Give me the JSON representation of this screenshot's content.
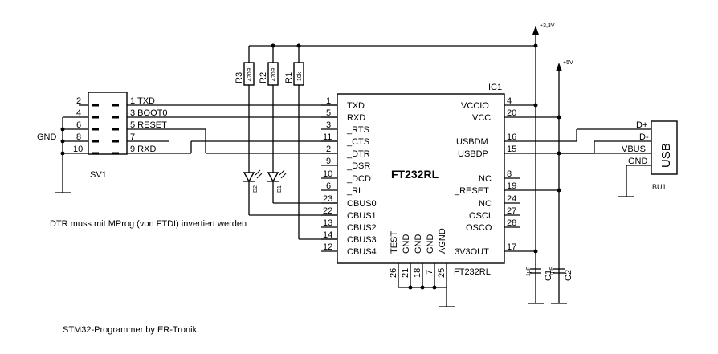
{
  "supply": {
    "v33": "+3,3V",
    "v5": "+5V"
  },
  "resistors": [
    {
      "ref": "R3",
      "value": "470R"
    },
    {
      "ref": "R2",
      "value": "470R"
    },
    {
      "ref": "R1",
      "value": "10k"
    }
  ],
  "leds": [
    "D2",
    "D1"
  ],
  "sv1": {
    "ref": "SV1",
    "gnd_label": "GND",
    "left_pins": [
      "2",
      "4",
      "6",
      "8",
      "10"
    ],
    "right_pins": [
      "1 TXD",
      "3 BOOT0",
      "5 RESET",
      "7",
      "9 RXD"
    ]
  },
  "ic": {
    "ref": "IC1",
    "name": "FT232RL",
    "part": "FT232RL",
    "left_pins": [
      {
        "num": "1",
        "name": "TXD"
      },
      {
        "num": "5",
        "name": "RXD"
      },
      {
        "num": "3",
        "name": "_RTS"
      },
      {
        "num": "11",
        "name": "_CTS"
      },
      {
        "num": "2",
        "name": "_DTR"
      },
      {
        "num": "9",
        "name": "_DSR"
      },
      {
        "num": "10",
        "name": "_DCD"
      },
      {
        "num": "6",
        "name": "_RI"
      },
      {
        "num": "23",
        "name": "CBUS0"
      },
      {
        "num": "22",
        "name": "CBUS1"
      },
      {
        "num": "13",
        "name": "CBUS2"
      },
      {
        "num": "14",
        "name": "CBUS3"
      },
      {
        "num": "12",
        "name": "CBUS4"
      }
    ],
    "right_pins": [
      {
        "num": "4",
        "name": "VCCIO"
      },
      {
        "num": "20",
        "name": "VCC"
      },
      {
        "num": "16",
        "name": "USBDM"
      },
      {
        "num": "15",
        "name": "USBDP"
      },
      {
        "num": "8",
        "name": "NC"
      },
      {
        "num": "19",
        "name": "_RESET"
      },
      {
        "num": "24",
        "name": "NC"
      },
      {
        "num": "27",
        "name": "OSCI"
      },
      {
        "num": "28",
        "name": "OSCO"
      },
      {
        "num": "17",
        "name": "3V3OUT"
      }
    ],
    "bottom_pins": [
      {
        "num": "26",
        "name": "TEST"
      },
      {
        "num": "21",
        "name": "GND"
      },
      {
        "num": "18",
        "name": "GND"
      },
      {
        "num": "7",
        "name": "GND"
      },
      {
        "num": "25",
        "name": "AGND"
      }
    ]
  },
  "caps": [
    {
      "ref": "C1",
      "value": "1µF"
    },
    {
      "ref": "C2",
      "value": "1µF"
    }
  ],
  "usb": {
    "ref": "BU1",
    "label": "USB",
    "pins": [
      "D+",
      "D-",
      "VBUS",
      "GND"
    ]
  },
  "note": "DTR muss mit MProg (von FTDI) invertiert werden",
  "footer": "STM32-Programmer by ER-Tronik"
}
